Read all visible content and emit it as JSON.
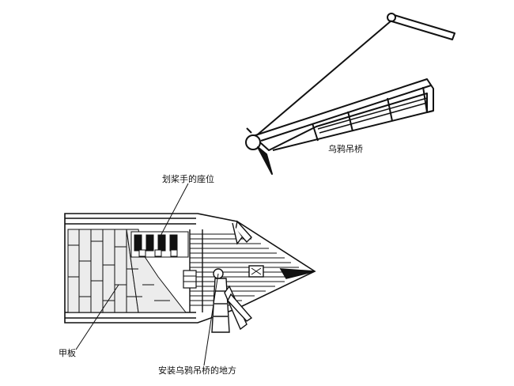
{
  "labels": {
    "corvus_bridge": "乌鸦吊桥",
    "rower_seats": "划桨手的座位",
    "deck": "甲板",
    "bridge_mount": "安装乌鸦吊桥的地方"
  },
  "colors": {
    "ink": "#111111",
    "deck_fill": "#ffffff",
    "deck_shade": "#e6e6e6",
    "background": "#ffffff"
  }
}
